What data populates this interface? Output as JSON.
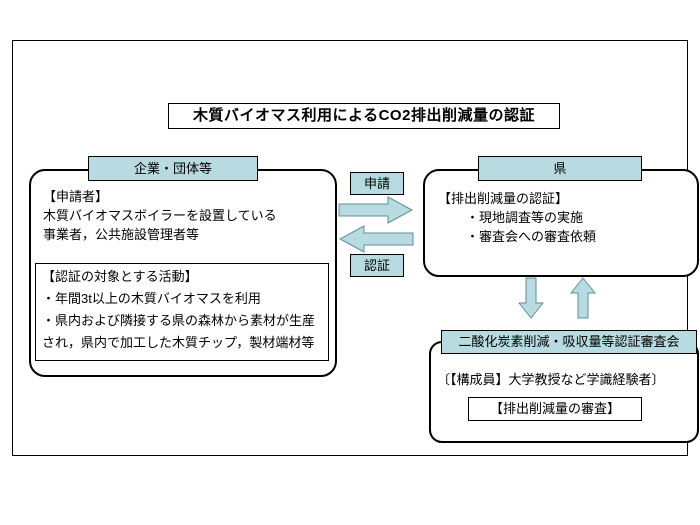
{
  "title": "木質バイオマス利用によるCO2排出削減量の認証",
  "left": {
    "header": "企業・団体等",
    "applicant_lines": [
      "【申請者】",
      "木質バイオマスボイラーを設置している",
      "事業者，公共施設管理者等"
    ],
    "activity_lines": [
      "【認証の対象とする活動】",
      "・年間3t以上の木質バイオマスを利用",
      "・県内および隣接する県の森林から素材が生産",
      "され，県内で加工した木質チップ，製材端材等"
    ]
  },
  "flow": {
    "apply_label": "申請",
    "certify_label": "認証"
  },
  "right": {
    "header": "県",
    "lines": [
      "【排出削減量の認証】",
      "・現地調査等の実施",
      "・審査会への審査依頼"
    ]
  },
  "committee": {
    "header": "二酸化炭素削減・吸収量等認証審査会",
    "members": "〔【構成員】大学教授など学識経験者〕",
    "review": "【排出削減量の審査】"
  },
  "colors": {
    "box_fill": "#b7dbe0",
    "arrow_fill": "#b7dbe0",
    "arrow_stroke": "#5f8e9a"
  }
}
